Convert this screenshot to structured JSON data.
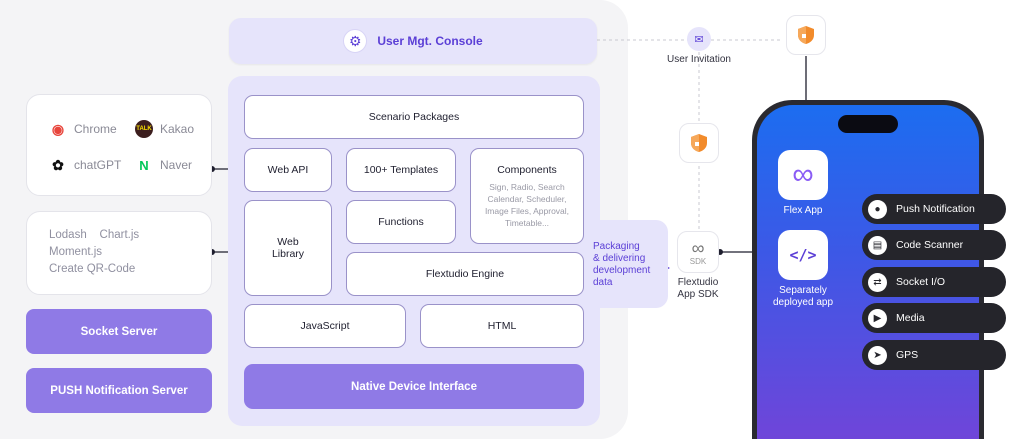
{
  "console": {
    "label": "User Mgt. Console",
    "icon": "gear-icon"
  },
  "browsers": [
    {
      "label": "Chrome",
      "icon": "chrome-icon",
      "glyph": "◉",
      "color": "#e8453c"
    },
    {
      "label": "Kakao",
      "icon": "kakao-icon",
      "glyph": "TALK",
      "color": "#3c1e1e"
    },
    {
      "label": "chatGPT",
      "icon": "chatgpt-icon",
      "glyph": "✿",
      "color": "#111111"
    },
    {
      "label": "Naver",
      "icon": "naver-icon",
      "glyph": "N",
      "color": "#03c75a"
    }
  ],
  "libraries": {
    "line1a": "Lodash",
    "line1b": "Chart.js",
    "line2": "Moment.js",
    "line3": "Create QR-Code"
  },
  "servers": {
    "socket": "Socket Server",
    "push": "PUSH Notification Server"
  },
  "stack": {
    "scenario": "Scenario Packages",
    "web_api": "Web API",
    "templates": "100+ Templates",
    "components_title": "Components",
    "components_desc": "Sign, Radio, Search Calendar, Scheduler, Image Files, Approval, Timetable...",
    "web_library_1": "Web",
    "web_library_2": "Library",
    "functions": "Functions",
    "engine": "Flextudio Engine",
    "javascript": "JavaScript",
    "html": "HTML",
    "native": "Native Device Interface"
  },
  "packaging": {
    "line1": "Packaging",
    "line2": "& delivering",
    "line3": "development",
    "line4": "data"
  },
  "invitation": "User Invitation",
  "sdk": {
    "badge": "SDK",
    "label1": "Flextudio",
    "label2": "App SDK"
  },
  "phone": {
    "flex_app": "Flex App",
    "sep_app_1": "Separately",
    "sep_app_2": "deployed app"
  },
  "features": [
    {
      "label": "Push Notification",
      "icon": "bell-icon",
      "glyph": "🔔"
    },
    {
      "label": "Code Scanner",
      "icon": "scanner-icon",
      "glyph": "▤"
    },
    {
      "label": "Socket I/O",
      "icon": "socket-icon",
      "glyph": "⇄"
    },
    {
      "label": "Media",
      "icon": "play-icon",
      "glyph": "▶"
    },
    {
      "label": "GPS",
      "icon": "location-arrow-icon",
      "glyph": "➤"
    }
  ],
  "colors": {
    "accent": "#8f7ae6",
    "accent_text": "#5b3fd6",
    "lavender": "#e6e4fb",
    "shield": "#f28b2b"
  }
}
